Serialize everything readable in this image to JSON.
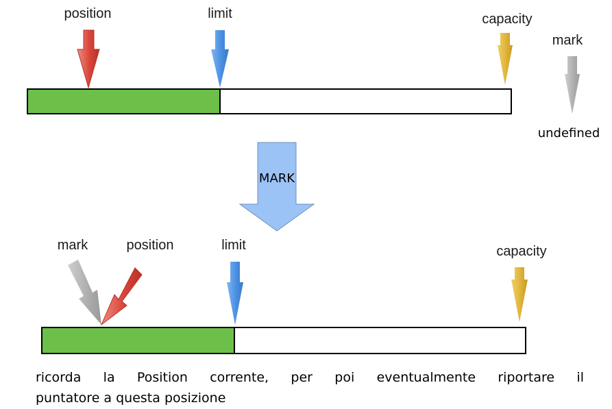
{
  "top": {
    "labels": {
      "position": "position",
      "limit": "limit",
      "capacity": "capacity",
      "mark": "mark"
    },
    "mark_status": "undefined"
  },
  "transition": {
    "label": "MARK"
  },
  "bottom": {
    "labels": {
      "mark": "mark",
      "position": "position",
      "limit": "limit",
      "capacity": "capacity"
    }
  },
  "caption": {
    "line1": "ricorda la Position corrente, per poi eventualmente riportare il",
    "line2": "puntatore a questa posizione"
  },
  "colors": {
    "filled": "#6cc04a",
    "position_arrow": "#d9453a",
    "limit_arrow": "#4a90e2",
    "capacity_arrow": "#e0b43a",
    "mark_arrow": "#b0b0b0",
    "transition_arrow": "#9cc3f5"
  }
}
